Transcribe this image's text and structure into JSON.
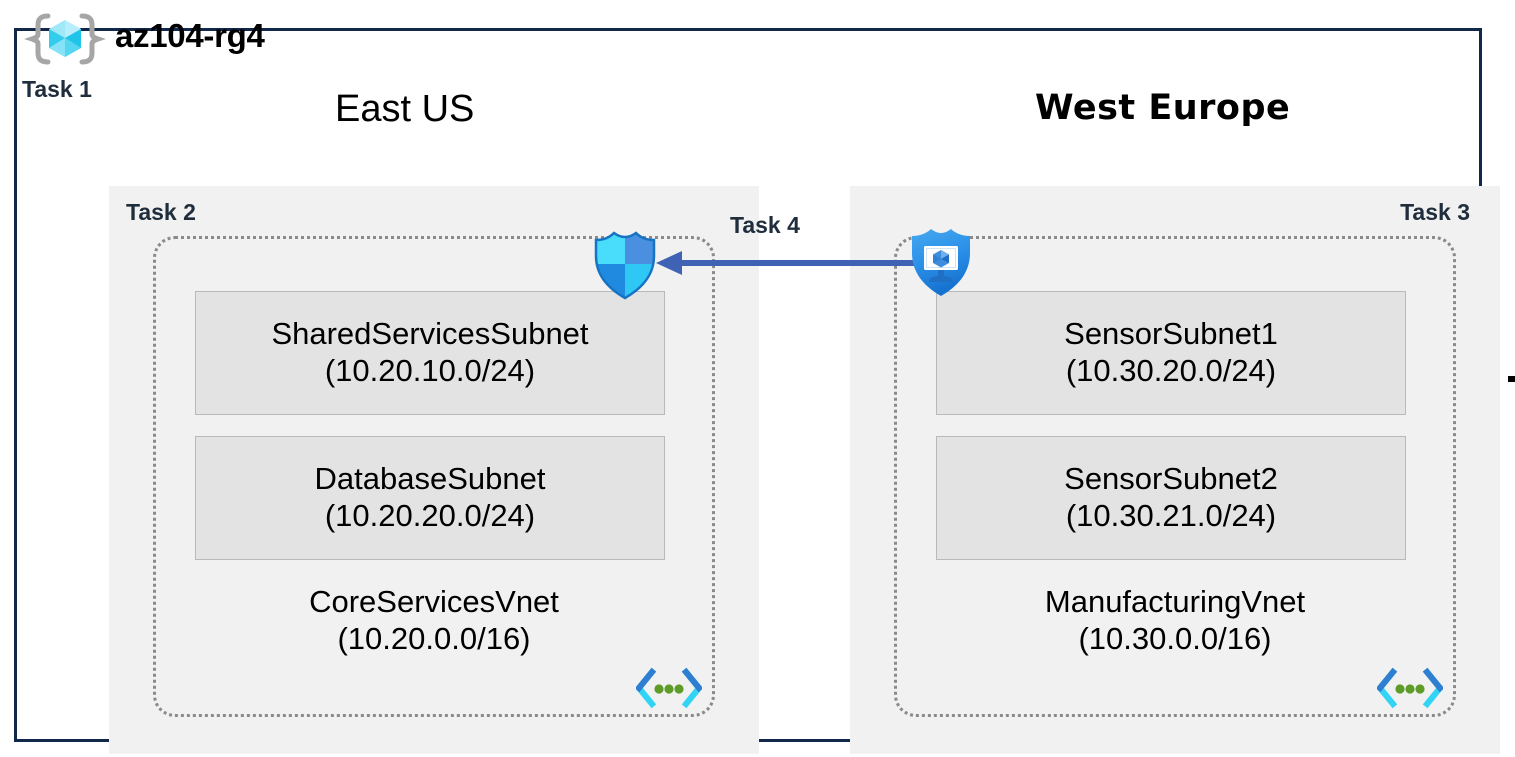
{
  "resource_group": {
    "name": "az104-rg4",
    "icon": "resource-group-cube-icon",
    "task_label": "Task 1",
    "border_color": "#12284a"
  },
  "regions": [
    {
      "id": "east-us",
      "heading": "East US",
      "task_label": "Task 2",
      "panel_color": "#f1f1f1",
      "vnet": {
        "name": "CoreServicesVnet",
        "cidr": "(10.20.0.0/16)",
        "icon": "vnet-brackets-icon",
        "subnets": [
          {
            "name": "SharedServicesSubnet",
            "cidr": "(10.20.10.0/24)"
          },
          {
            "name": "DatabaseSubnet",
            "cidr": "(10.20.20.0/24)"
          }
        ]
      }
    },
    {
      "id": "west-europe",
      "heading": "West Europe",
      "task_label": "Task 3",
      "panel_color": "#f1f1f1",
      "vnet": {
        "name": "ManufacturingVnet",
        "cidr": "(10.30.0.0/16)",
        "icon": "vnet-brackets-icon",
        "subnets": [
          {
            "name": "SensorSubnet1",
            "cidr": "(10.30.20.0/24)"
          },
          {
            "name": "SensorSubnet2",
            "cidr": "(10.30.21.0/24)"
          }
        ]
      }
    }
  ],
  "connection": {
    "task_label": "Task 4",
    "direction": "right-to-left",
    "line_color": "#3f62b4",
    "source_icon": "defender-protected-vm-shield-icon",
    "target_icon": "firewall-shield-icon"
  },
  "palette": {
    "frame_navy": "#12284a",
    "task_text": "#1f2d3d",
    "panel_gray": "#f1f1f1",
    "subnet_fill": "#e3e3e3",
    "subnet_border": "#b9b9b9",
    "vnet_dotted": "#8a8a8a",
    "cyan": "#32d4f5",
    "azure_blue": "#0078d4",
    "green_dot": "#5e9c28"
  }
}
